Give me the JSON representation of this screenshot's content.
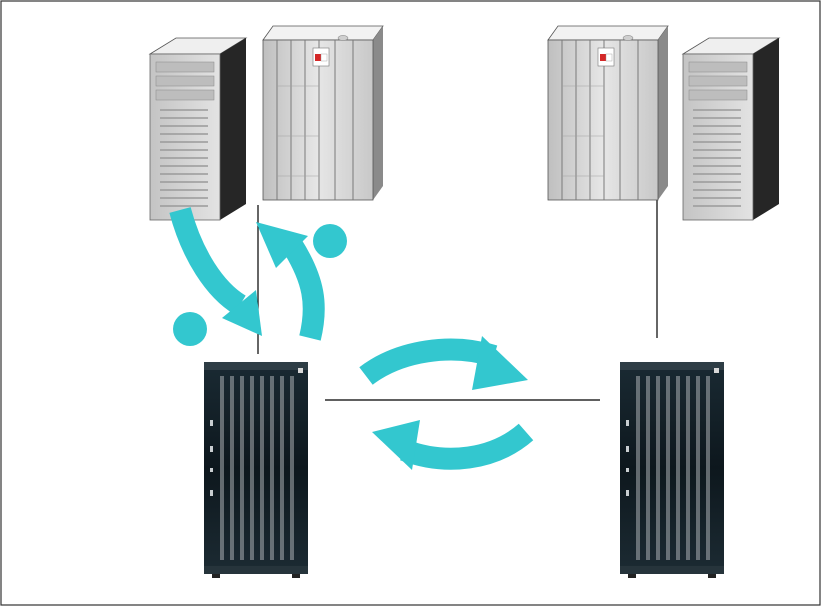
{
  "colors": {
    "flow_arrow": "#33c7cf",
    "connector_line": "#000000",
    "frame_border": "#333333",
    "server_light_body": "#d4d4d4",
    "server_light_side": "#1e1e1e",
    "storage_body": "#101c24",
    "storage_panel_slot": "#a9aeb2",
    "indicator_red": "#d42828"
  },
  "icons": {
    "host_tower": "pc-server-tower-icon",
    "host_rack": "rack-server-icon",
    "storage": "enterprise-storage-icon"
  },
  "sites": {
    "local": {
      "hosts": [
        "pc-server-tower-icon",
        "rack-server-icon"
      ],
      "storage": "enterprise-storage-icon",
      "write_flow": {
        "direction": "host-to-storage",
        "step_marker": "circle"
      },
      "ack_flow": {
        "direction": "storage-to-host",
        "step_marker": "circle"
      }
    },
    "remote": {
      "hosts": [
        "rack-server-icon",
        "pc-server-tower-icon"
      ],
      "storage": "enterprise-storage-icon"
    }
  },
  "replication": {
    "forward": {
      "direction": "local-to-remote"
    },
    "back": {
      "direction": "remote-to-local"
    }
  }
}
